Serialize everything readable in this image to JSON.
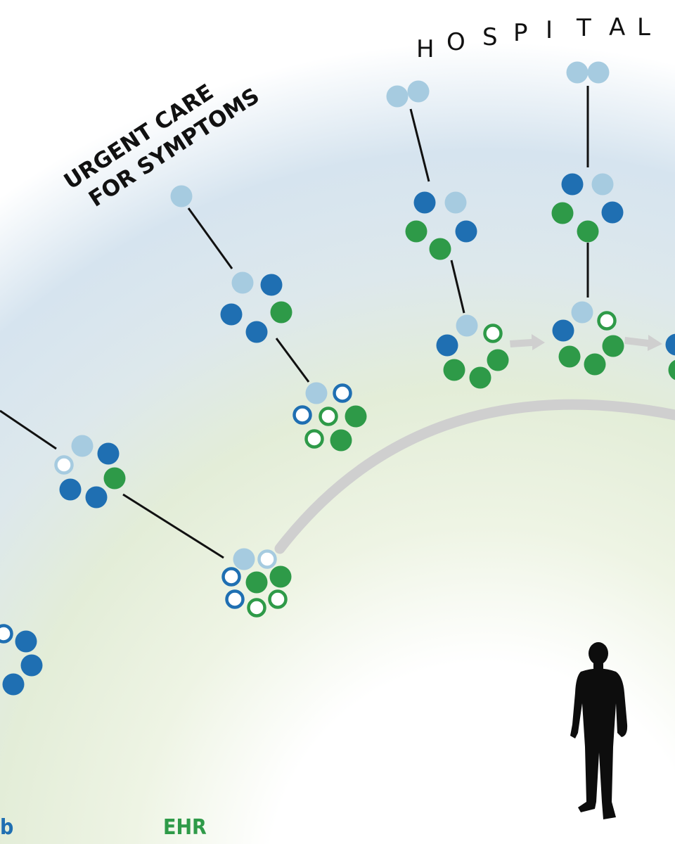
{
  "labels": {
    "hospital": "HOSPITAL",
    "urgent_care_line1": "URGENT CARE",
    "urgent_care_line2": "FOR SYMPTOMS",
    "legend_left_partial": "b",
    "legend_ehr": "EHR"
  },
  "colors": {
    "dark_blue": "#1f6fb2",
    "light_blue": "#a6cbe0",
    "green": "#2e9a48",
    "connector": "#111111",
    "arc": "#cfcfcf",
    "arrow": "#cfcfcf",
    "band_blue": "#d7e5f0",
    "band_green": "#e6efd9",
    "legend_blue": "#1f6fb2",
    "legend_green": "#2e9a48"
  },
  "icons": [
    "person-silhouette-icon"
  ]
}
